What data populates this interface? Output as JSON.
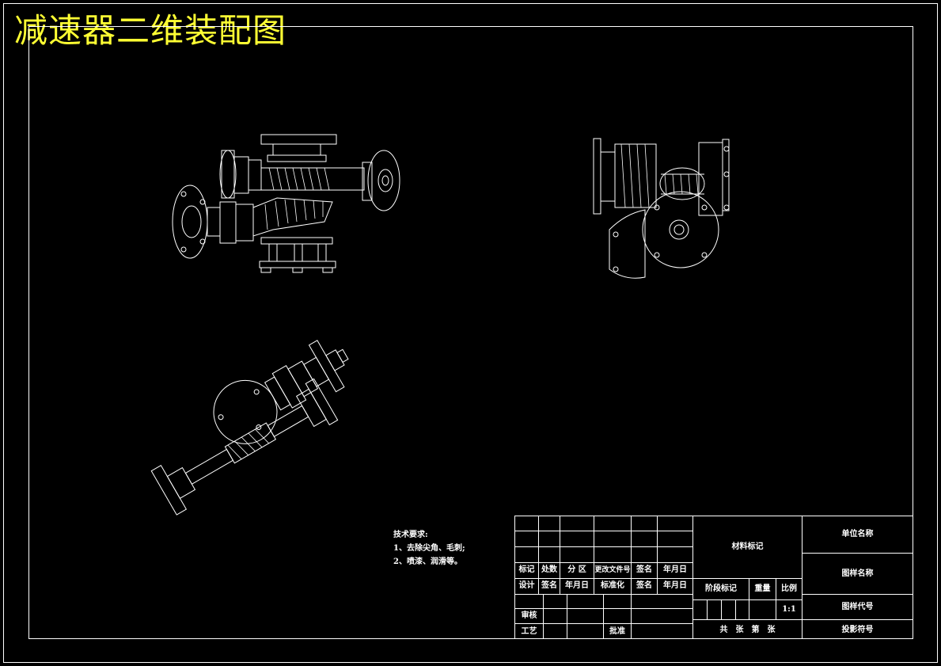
{
  "title": "减速器二维装配图",
  "tech_notes": {
    "heading": "技术要求:",
    "items": [
      "1、去除尖角、毛刺;",
      "2、喷漆、润滑等。"
    ]
  },
  "title_block": {
    "row_labels_1": [
      "标记",
      "处数",
      "分 区",
      "更改文件号",
      "签名",
      "年月日"
    ],
    "row_labels_2": [
      "设计",
      "签名",
      "年月日",
      "标准化",
      "签名",
      "年月日"
    ],
    "review": "审核",
    "process": "工艺",
    "approve": "批准",
    "material": "材料标记",
    "stage": "阶段标记",
    "weight": "重量",
    "scale_label": "比例",
    "scale_value": "1:1",
    "sheets": "共　张　第　张",
    "unit_name": "单位名称",
    "drawing_name": "图样名称",
    "drawing_code": "图样代号",
    "projection": "投影符号"
  },
  "colors": {
    "background": "#000000",
    "lines": "#ffffff",
    "title": "#ffff33"
  }
}
